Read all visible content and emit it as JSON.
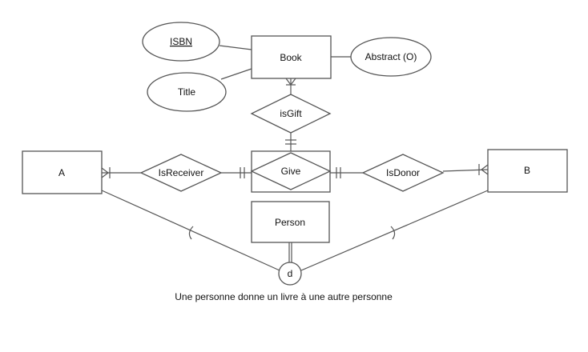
{
  "entities": {
    "book": "Book",
    "a": "A",
    "b": "B",
    "person": "Person",
    "give": "Give"
  },
  "attributes": {
    "isbn": "ISBN",
    "title": "Title",
    "abstract": "Abstract (O)"
  },
  "relationships": {
    "is_gift": "isGift",
    "is_receiver": "IsReceiver",
    "is_donor": "IsDonor"
  },
  "disjoint_marker": "d",
  "caption": "Une personne donne un livre à une autre personne",
  "colors": {
    "stroke": "#555555",
    "text": "#111111",
    "background": "#ffffff"
  }
}
